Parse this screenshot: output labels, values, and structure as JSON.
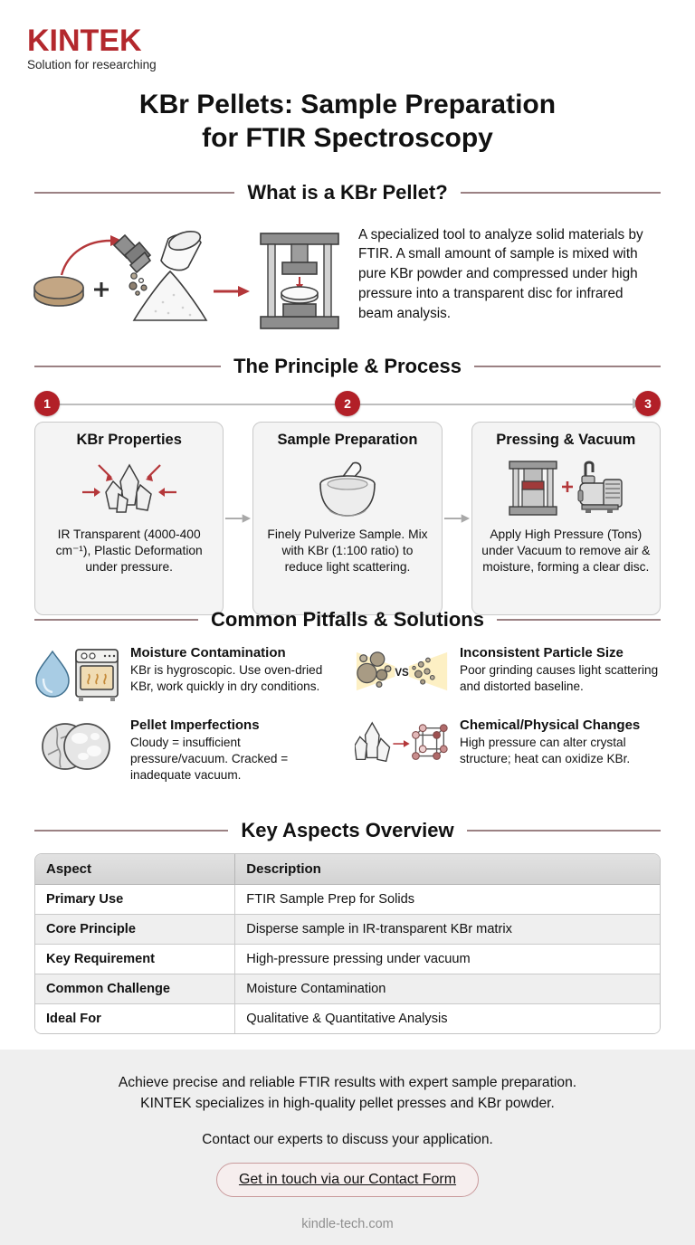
{
  "brand": {
    "logo_text": "KINTEK",
    "tagline": "Solution for researching",
    "accent_color": "#b3282d"
  },
  "title": {
    "line1": "KBr Pellets: Sample Preparation",
    "line2": "for FTIR Spectroscopy"
  },
  "sections": {
    "what_is": {
      "heading": "What is a KBr Pellet?",
      "body": "A specialized tool to analyze solid materials by FTIR. A small amount of sample is mixed with pure KBr powder and compressed under high pressure into a transparent disc for infrared beam analysis.",
      "art_icons": [
        "sample-disc-icon",
        "plus-icon",
        "mortar-pour-icon",
        "kbr-powder-pile-icon",
        "right-arrow-icon",
        "hydraulic-press-icon"
      ]
    },
    "principle": {
      "heading": "The Principle & Process",
      "steps": [
        {
          "number": "1",
          "title": "KBr Properties",
          "icon": "crystal-compression-icon",
          "text": "IR Transparent (4000-400 cm⁻¹), Plastic Deformation under pressure."
        },
        {
          "number": "2",
          "title": "Sample Preparation",
          "icon": "mortar-pestle-icon",
          "text": "Finely Pulverize Sample. Mix with KBr (1:100 ratio) to reduce light scattering."
        },
        {
          "number": "3",
          "title": "Pressing & Vacuum",
          "icon": "press-and-vacuum-pump-icon",
          "text": "Apply High Pressure (Tons) under Vacuum to remove air & moisture, forming a clear disc."
        }
      ]
    },
    "pitfalls": {
      "heading": "Common Pitfalls & Solutions",
      "items": [
        {
          "icon": "water-drop-oven-icon",
          "title": "Moisture Contamination",
          "desc": "KBr is hygroscopic. Use oven-dried KBr, work quickly in dry conditions."
        },
        {
          "icon": "particle-size-comparison-icon",
          "title": "Inconsistent Particle Size",
          "desc": "Poor grinding causes light scattering and distorted baseline.",
          "vs_label": "VS"
        },
        {
          "icon": "cracked-cloudy-pellet-icon",
          "title": "Pellet Imperfections",
          "desc": "Cloudy = insufficient pressure/vacuum. Cracked = inadequate vacuum."
        },
        {
          "icon": "crystal-to-lattice-icon",
          "title": "Chemical/Physical Changes",
          "desc": "High pressure can alter crystal structure; heat can oxidize KBr."
        }
      ]
    },
    "key_aspects": {
      "heading": "Key Aspects Overview",
      "columns": [
        "Aspect",
        "Description"
      ],
      "rows": [
        [
          "Primary Use",
          "FTIR Sample Prep for Solids"
        ],
        [
          "Core Principle",
          "Disperse sample in IR-transparent KBr matrix"
        ],
        [
          "Key Requirement",
          "High-pressure pressing under vacuum"
        ],
        [
          "Common Challenge",
          "Moisture Contamination"
        ],
        [
          "Ideal For",
          "Qualitative & Quantitative Analysis"
        ]
      ]
    }
  },
  "footer": {
    "lead_line1": "Achieve precise and reliable FTIR results with expert sample preparation.",
    "lead_line2": "KINTEK specializes in high-quality pellet presses and KBr powder.",
    "sub": "Contact our experts to discuss your application.",
    "cta_label": "Get in touch via our Contact Form",
    "site": "kindle-tech.com"
  }
}
